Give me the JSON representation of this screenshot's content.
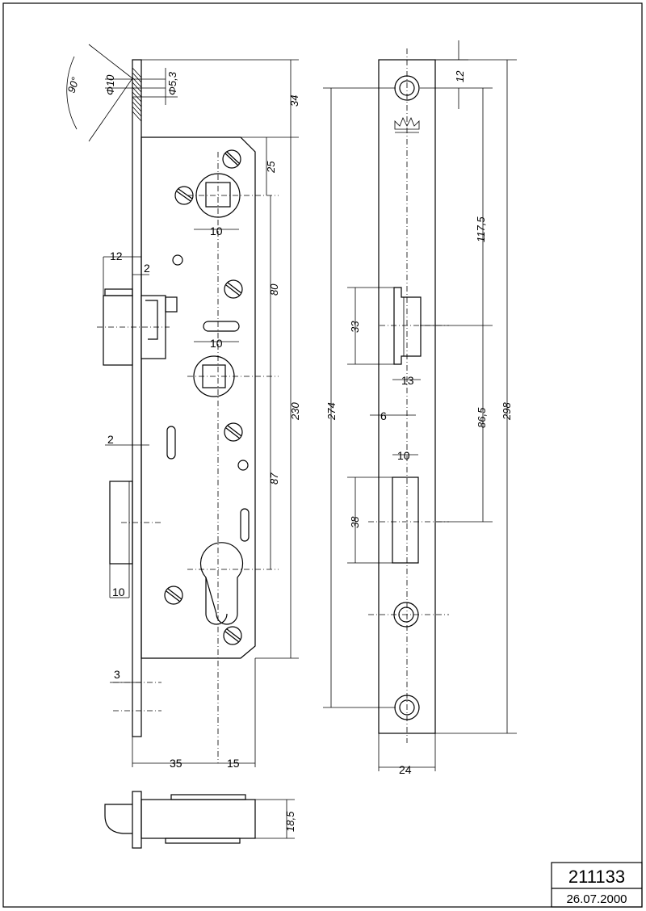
{
  "drawing": {
    "part_number": "211133",
    "date": "26.07.2000",
    "dimensions": {
      "angle": "90°",
      "d10": "Φ10",
      "d53": "Φ5,3",
      "d34": "34",
      "d25": "25",
      "d10a": "10",
      "d12": "12",
      "d2a": "2",
      "d80": "80",
      "d10b": "10",
      "d230": "230",
      "d2b": "2",
      "d87": "87",
      "d10c": "10",
      "d3": "3",
      "d35": "35",
      "d15": "15",
      "d185": "18,5",
      "d12r": "12",
      "d1175": "117,5",
      "d33": "33",
      "d13": "13",
      "d274": "274",
      "d6": "6",
      "d865": "86,5",
      "d298": "298",
      "d10r": "10",
      "d38": "38",
      "d24": "24"
    }
  }
}
